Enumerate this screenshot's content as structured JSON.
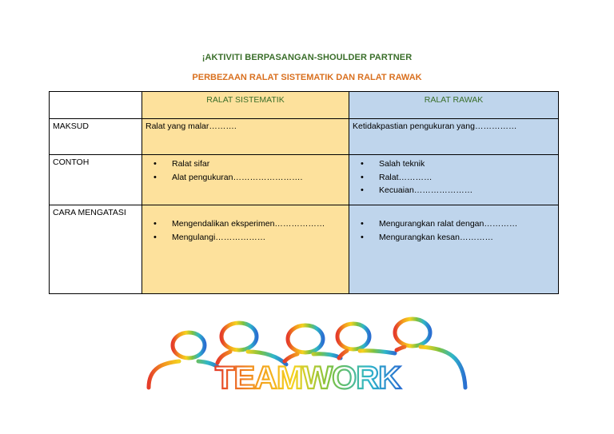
{
  "title": "¡AKTIVITI BERPASANGAN-SHOULDER PARTNER",
  "subtitle": "PERBEZAAN RALAT SISTEMATIK DAN RALAT RAWAK",
  "table": {
    "headers": [
      "",
      "RALAT SISTEMATIK",
      "RALAT RAWAK"
    ],
    "rows": {
      "maksud": {
        "label": "MAKSUD",
        "sistematik": "Ralat yang malar……….",
        "rawak": "Ketidakpastian pengukuran yang……………"
      },
      "contoh": {
        "label": "CONTOH",
        "sistematik": [
          "Ralat sifar",
          "Alat pengukuran……………………."
        ],
        "rawak": [
          "Salah teknik",
          "Ralat…………",
          "Kecuaian…………………"
        ]
      },
      "cara": {
        "label": "CARA MENGATASI",
        "sistematik": [
          "Mengendalikan eksperimen………………",
          "Mengulangi………………"
        ],
        "rawak": [
          "Mengurangkan ralat dengan…………",
          "Mengurangkan kesan…………"
        ]
      }
    }
  },
  "logo": {
    "text": "TEAMWORK",
    "colors": [
      "#e53c2a",
      "#f39a1e",
      "#f5d21f",
      "#7cc242",
      "#2fb6c9",
      "#2a6fd1"
    ]
  }
}
